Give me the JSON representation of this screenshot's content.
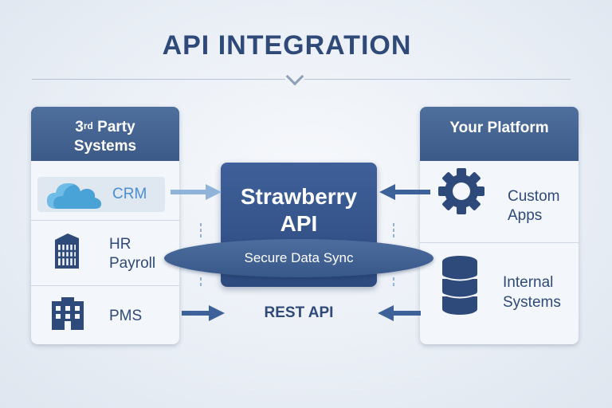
{
  "title": "API INTEGRATION",
  "left_panel": {
    "header_main": "3",
    "header_sup": "rd",
    "header_rest": " Party",
    "header_line2": "Systems",
    "items": [
      {
        "label": "CRM",
        "icon": "cloud-icon",
        "highlighted": true
      },
      {
        "label_line1": "HR",
        "label_line2": "Payroll",
        "icon": "hr-payroll-icon"
      },
      {
        "label": "PMS",
        "icon": "building-icon"
      }
    ]
  },
  "right_panel": {
    "header": "Your Platform",
    "items": [
      {
        "label_line1": "Custom",
        "label_line2": "Apps",
        "icon": "gear-icon"
      },
      {
        "label_line1": "Internal",
        "label_line2": "Systems",
        "icon": "database-icon"
      }
    ]
  },
  "center": {
    "title_line1": "Strawberry",
    "title_line2": "API",
    "ring_label": "Secure Data Sync",
    "bottom_label": "REST API"
  },
  "colors": {
    "primary": "#2f4a78",
    "header": "#4f6f9d",
    "cloud": "#4aa3d6",
    "crm_text": "#4a8fd0",
    "arrow_light": "#8fb3d9",
    "arrow_dark": "#3d6299"
  }
}
